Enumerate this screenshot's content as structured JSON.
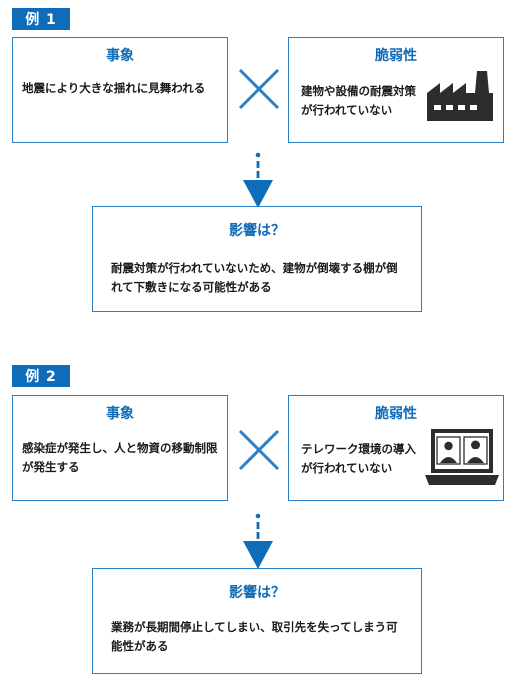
{
  "examples": [
    {
      "tag": "例 1",
      "event": {
        "title": "事象",
        "text": "地震により大きな揺れに見舞われる"
      },
      "vulnerability": {
        "title": "脆弱性",
        "text": "建物や設備の耐震対策が行われていない"
      },
      "impact": {
        "title": "影響は？",
        "text": "耐震対策が行われていないため、建物が倒壊する棚が倒れて下敷きになる可能性がある"
      }
    },
    {
      "tag": "例 2",
      "event": {
        "title": "事象",
        "text": "感染症が発生し、人と物資の移動制限が発生する"
      },
      "vulnerability": {
        "title": "脆弱性",
        "text": "テレワーク環境の導入が行われていない"
      },
      "impact": {
        "title": "影響は？",
        "text": "業務が長期間停止してしまい、取引先を失ってしまう可能性がある"
      }
    }
  ],
  "colors": {
    "accent": "#0f6cb8",
    "border": "#2b7fc6",
    "icon": "#2d2d2d"
  },
  "icons": {
    "ex1": "factory-icon",
    "ex2": "laptop-video-call-icon"
  }
}
